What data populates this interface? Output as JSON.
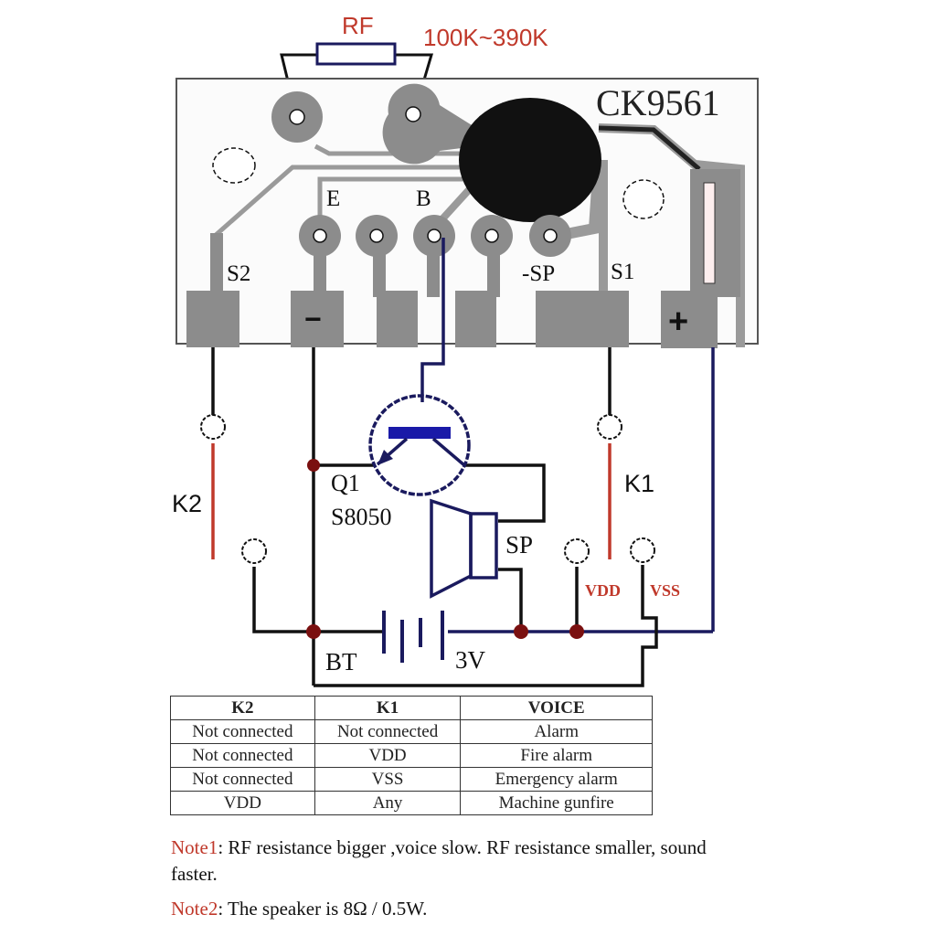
{
  "resistor": {
    "label": "RF",
    "value": "100K~390K"
  },
  "board": {
    "chip_name": "CK9561",
    "pin_labels": {
      "e": "E",
      "b": "B",
      "s2": "S2",
      "minus": "−",
      "sp": "-SP",
      "s1": "S1",
      "plus": "+"
    }
  },
  "schematic": {
    "switch_k2": "K2",
    "switch_k1": "K1",
    "transistor_ref": "Q1",
    "transistor_part": "S8050",
    "speaker": "SP",
    "battery_ref": "BT",
    "battery_voltage": "3V",
    "vdd": "VDD",
    "vss": "VSS"
  },
  "colors": {
    "accent_red": "#c0392b",
    "wire_navy": "#1a1a5e",
    "pad_gray": "#8c8c8c",
    "transistor_blue": "#1a1aa8",
    "junction": "#7a1010"
  },
  "table": {
    "headers": [
      "K2",
      "K1",
      "VOICE"
    ],
    "rows": [
      [
        "Not connected",
        "Not connected",
        "Alarm"
      ],
      [
        "Not connected",
        "VDD",
        "Fire alarm"
      ],
      [
        "Not connected",
        "VSS",
        "Emergency alarm"
      ],
      [
        "VDD",
        "Any",
        "Machine gunfire"
      ]
    ]
  },
  "notes": [
    {
      "tag": "Note1",
      "text": ": RF resistance bigger ,voice slow. RF resistance smaller, sound faster."
    },
    {
      "tag": "Note2",
      "text": ": The speaker is 8Ω / 0.5W."
    }
  ]
}
